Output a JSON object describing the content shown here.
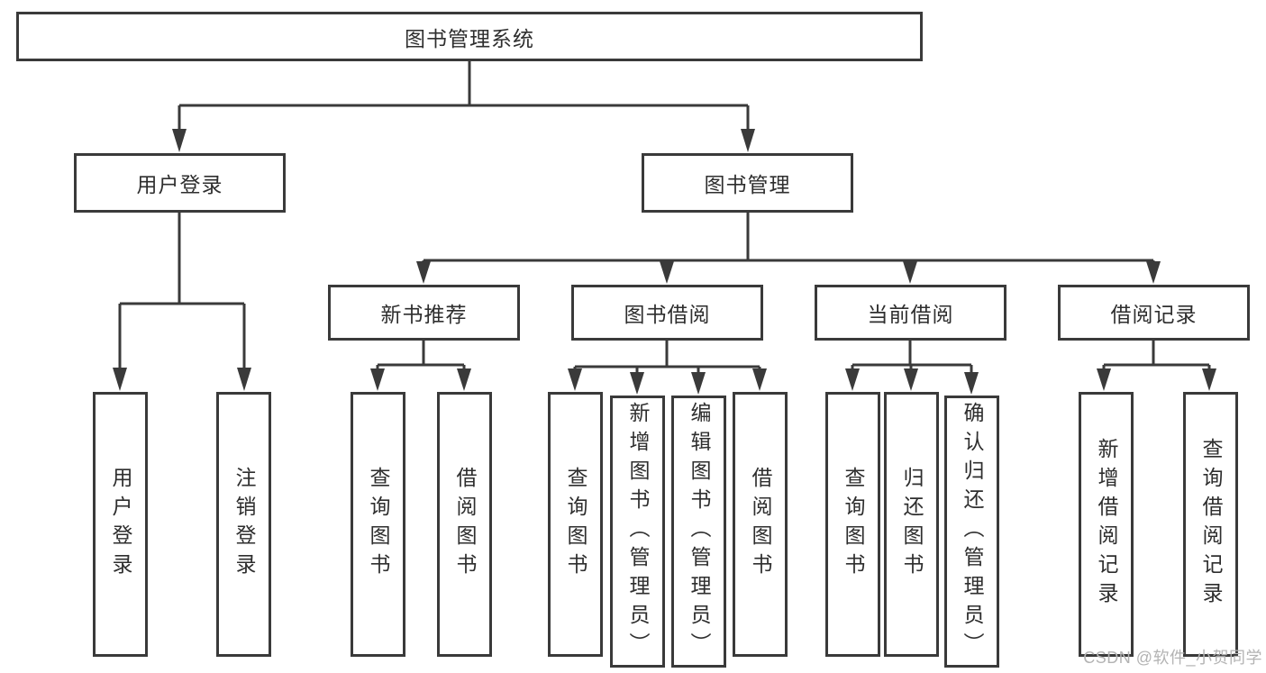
{
  "diagram": {
    "root": {
      "label": "图书管理系统"
    },
    "level2": [
      {
        "label": "用户登录",
        "children": [
          {
            "label": "用户登录"
          },
          {
            "label": "注销登录"
          }
        ]
      },
      {
        "label": "图书管理",
        "children": [
          {
            "label": "新书推荐",
            "children": [
              {
                "label": "查询图书"
              },
              {
                "label": "借阅图书"
              }
            ]
          },
          {
            "label": "图书借阅",
            "children": [
              {
                "label": "查询图书"
              },
              {
                "label": "新增图书（管理员）"
              },
              {
                "label": "编辑图书（管理员）"
              },
              {
                "label": "借阅图书"
              }
            ]
          },
          {
            "label": "当前借阅",
            "children": [
              {
                "label": "查询图书"
              },
              {
                "label": "归还图书"
              },
              {
                "label": "确认归还（管理员）"
              }
            ]
          },
          {
            "label": "借阅记录",
            "children": [
              {
                "label": "新增借阅记录"
              },
              {
                "label": "查询借阅记录"
              }
            ]
          }
        ]
      }
    ],
    "watermark": "CSDN @软件_小贺同学",
    "colors": {
      "line": "#3a3a3a",
      "text": "#2e2e2e",
      "watermark": "#b3b3b3"
    }
  }
}
